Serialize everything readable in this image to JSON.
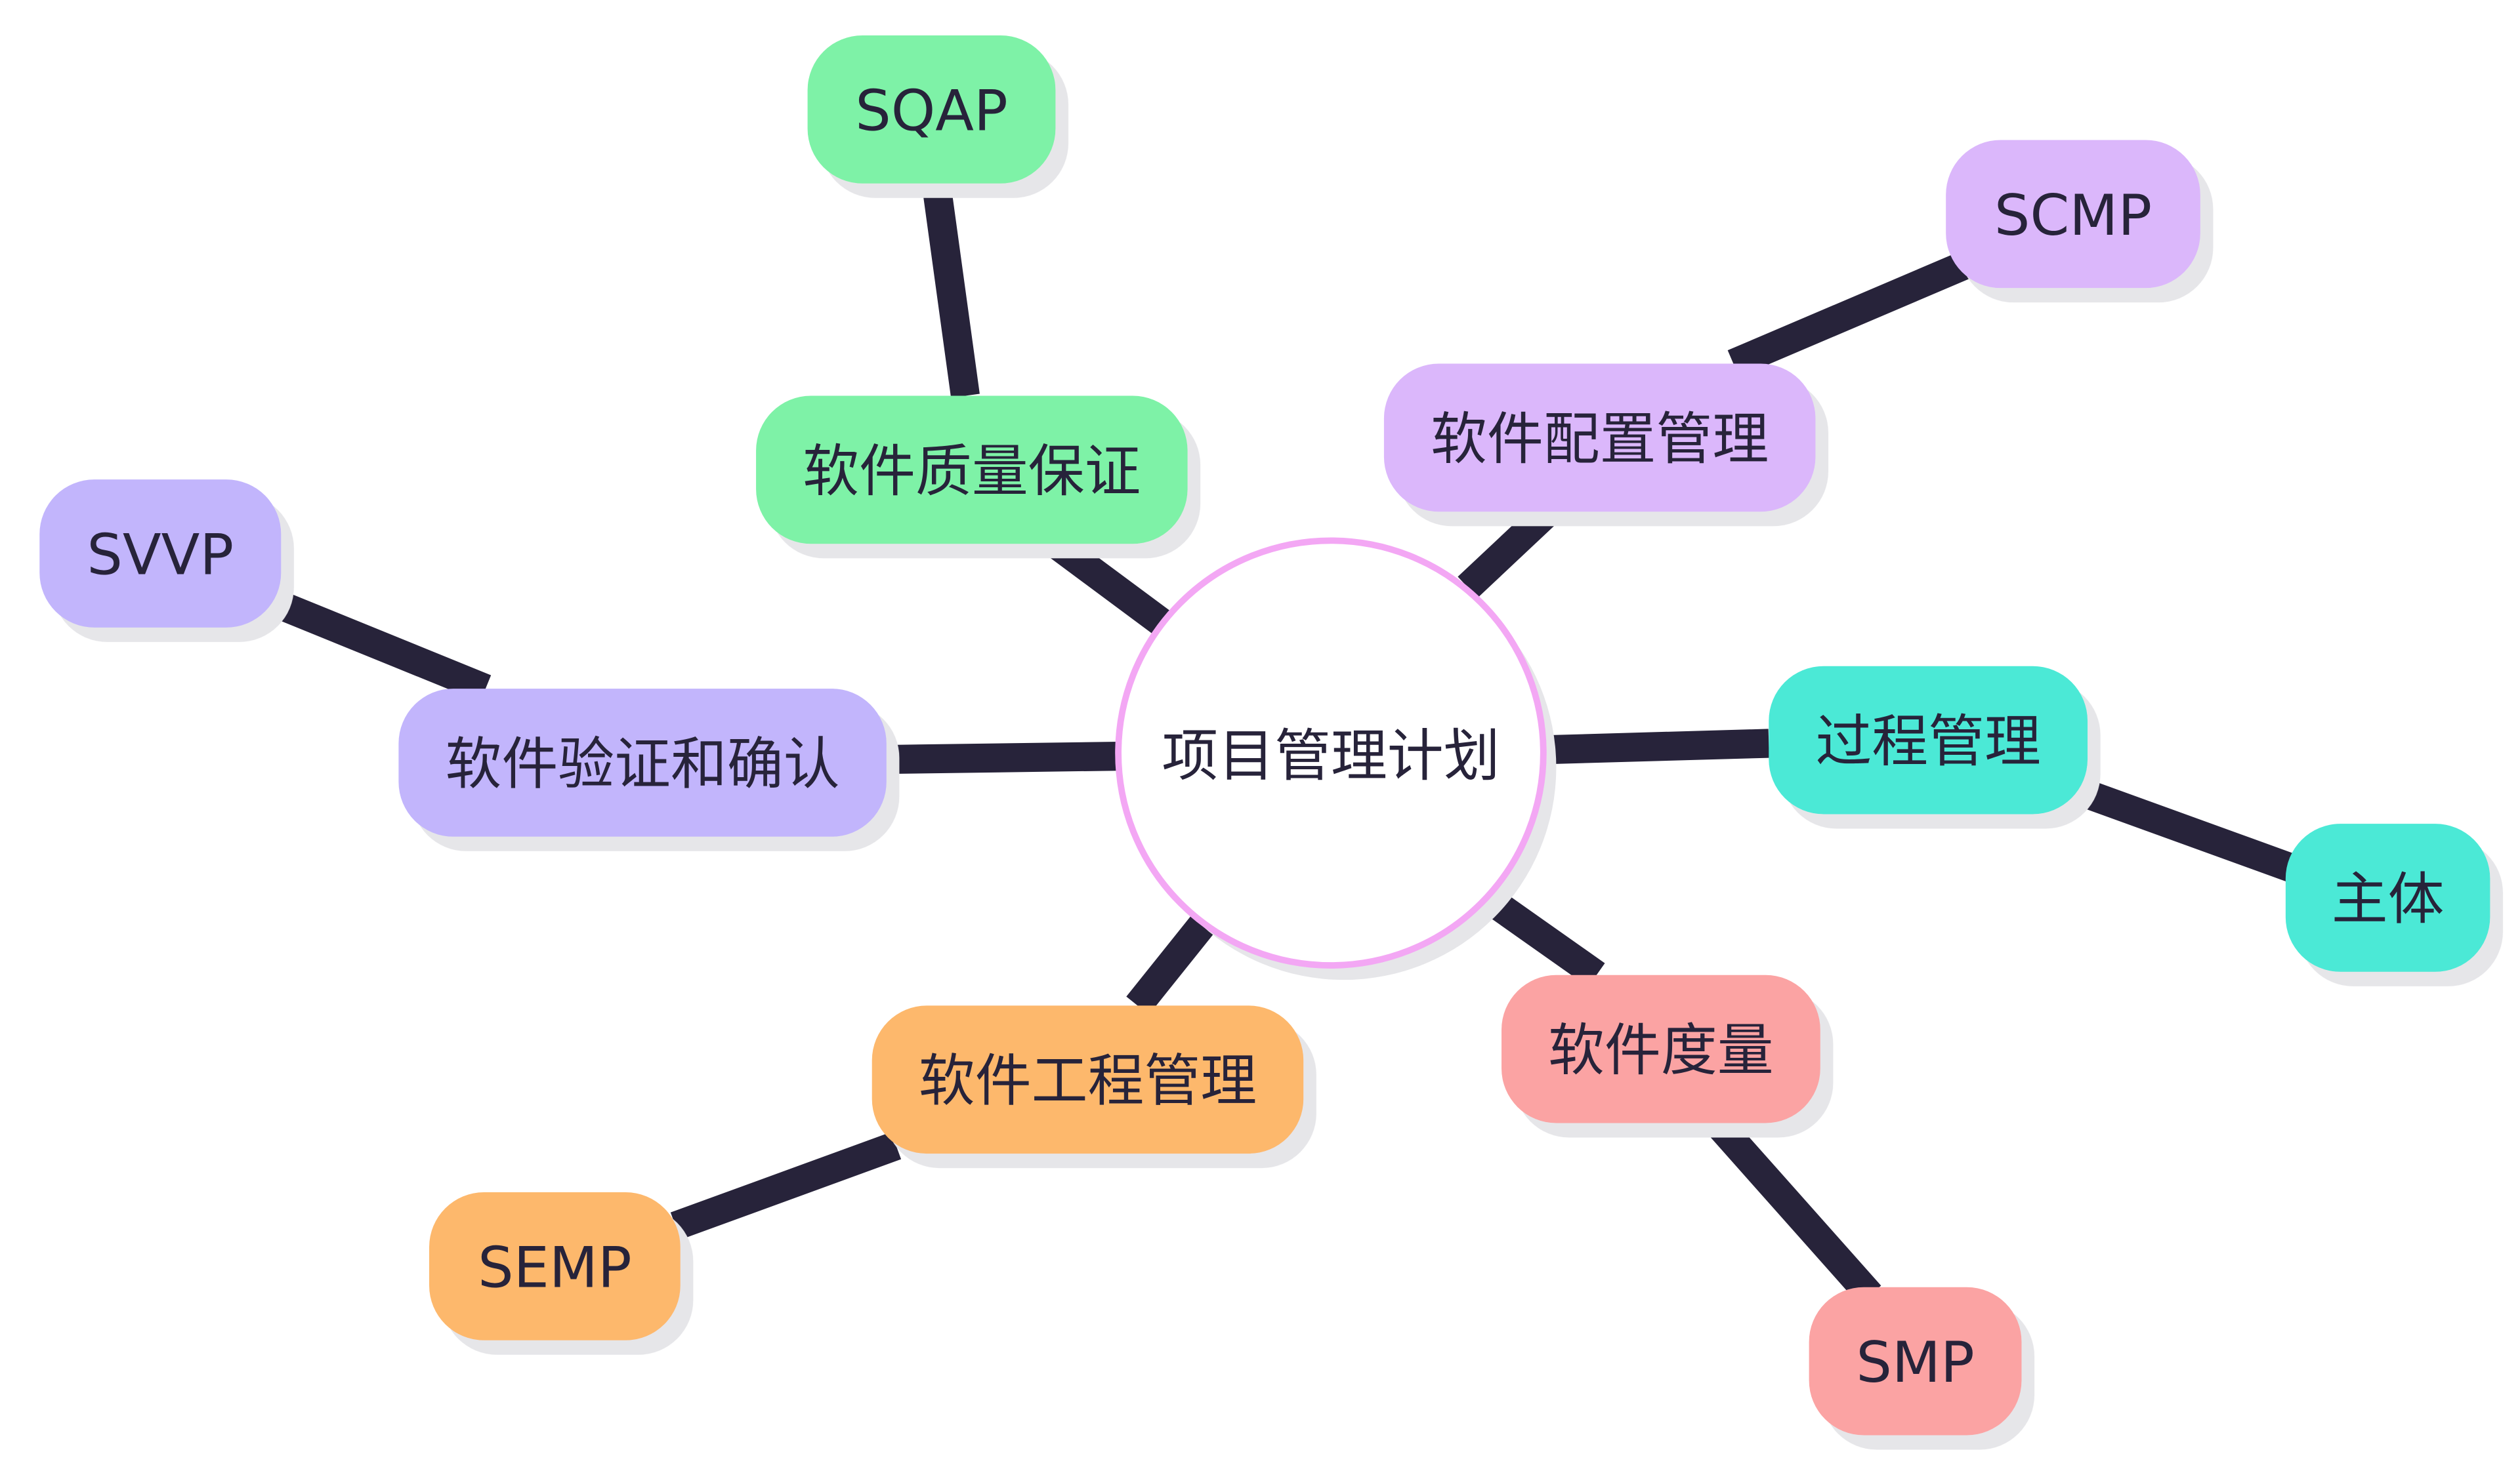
{
  "center": {
    "label": "项目管理计划",
    "border_color": "#f3a7f4",
    "fill": "#ffffff"
  },
  "edge_color": "#27233a",
  "branches": [
    {
      "id": "qa",
      "label": "软件质量保证",
      "color": "#7ef2a7",
      "child": {
        "label": "SQAP"
      }
    },
    {
      "id": "cm",
      "label": "软件配置管理",
      "color": "#dbb7fb",
      "child": {
        "label": "SCMP"
      }
    },
    {
      "id": "proc",
      "label": "过程管理",
      "color": "#4be9d6",
      "child": {
        "label": "主体"
      }
    },
    {
      "id": "meas",
      "label": "软件度量",
      "color": "#fba3a3",
      "child": {
        "label": "SMP"
      }
    },
    {
      "id": "eng",
      "label": "软件工程管理",
      "color": "#fdb86c",
      "child": {
        "label": "SEMP"
      }
    },
    {
      "id": "vv",
      "label": "软件验证和确认",
      "color": "#c2b5fc",
      "child": {
        "label": "SVVP"
      }
    }
  ]
}
